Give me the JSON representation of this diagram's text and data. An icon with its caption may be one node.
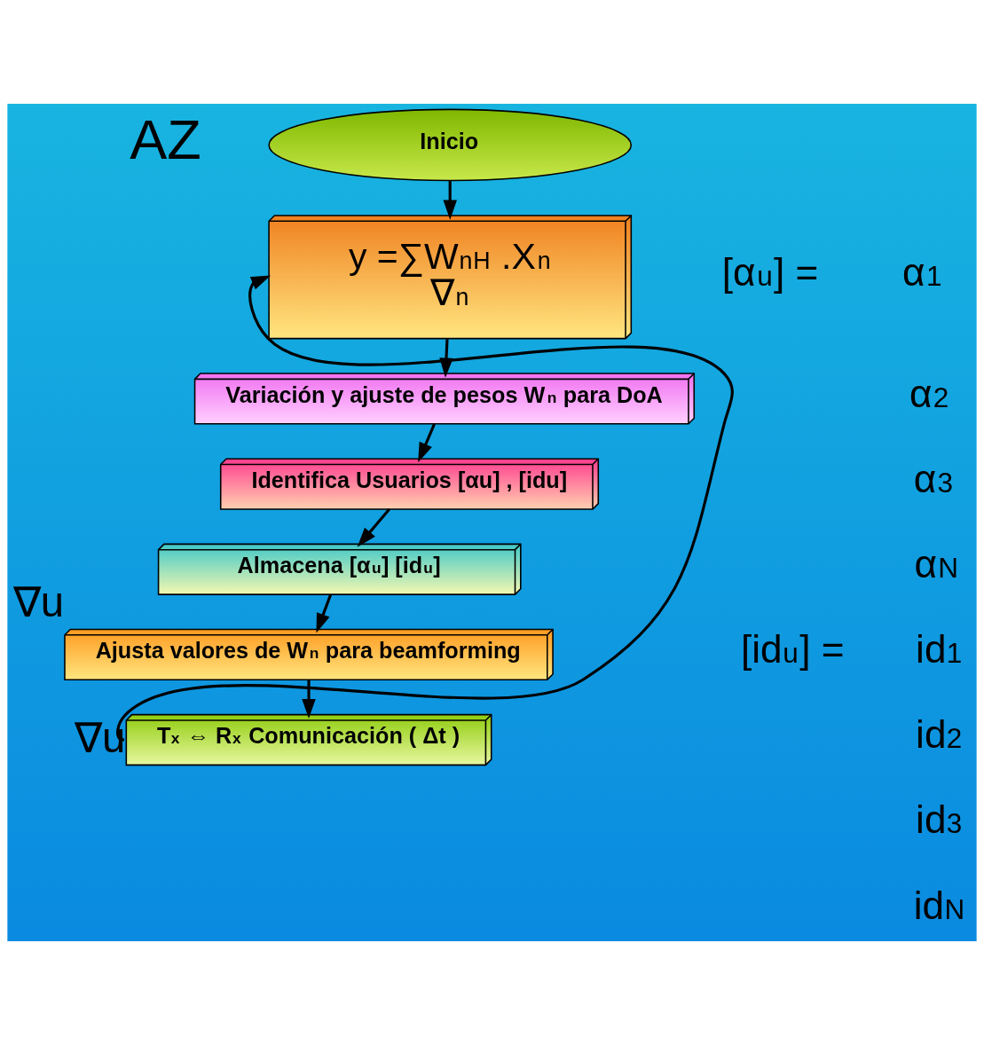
{
  "diagram": {
    "nodes": [
      {
        "text": [
          "Inicio"
        ]
      },
      {
        "text": [
          "y =∑W$_{n}$$^{H}$ .X$_{n}$",
          "∇$_{n}$"
        ]
      },
      {
        "text": [
          "Variación y ajuste de pesos W$_{n}$ para DoA"
        ]
      },
      {
        "text": [
          "Identifica Usuarios [αu] , [idu]"
        ]
      },
      {
        "text": [
          "Almacena [α$_{u}$] [id$_{u}$]"
        ]
      },
      {
        "text": [
          "Ajusta valores de W$_{n}$ para beamforming"
        ],
        "beside": [
          "∇u"
        ]
      },
      {
        "text": [
          "T$_{x}$ ⇔ R$_{x}$ Comunicación ( Δt )"
        ],
        "beside": [
          "∇u"
        ]
      }
    ],
    "edges": [
      {
        "from": 0,
        "to": 1,
        "arrow": "to"
      },
      {
        "from": 1,
        "to": 2,
        "arrow": "to"
      },
      {
        "from": 2,
        "to": 3,
        "arrow": "to"
      },
      {
        "from": 3,
        "to": 4,
        "arrow": "to"
      },
      {
        "from": 4,
        "to": 5,
        "arrow": "to"
      },
      {
        "from": 5,
        "to": 6,
        "arrow": "to"
      },
      {
        "from": 6,
        "to": 1,
        "arrow": "to"
      }
    ],
    "labels": [
      "AZ",
      "[α$_{u}$] =",
      "α$_{1}$",
      "α$_{2}$",
      "α$_{3}$",
      "α$_{N}$",
      "[id$_{u}$] =",
      "id$_{1}$",
      "id$_{2}$",
      "id$_{3}$",
      "id$_{N}$"
    ]
  }
}
